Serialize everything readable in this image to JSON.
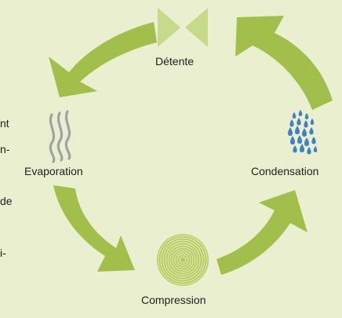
{
  "colors": {
    "background": "#e9efcf",
    "arrow": "#a3bf4b",
    "valve": "#c7d98a",
    "compressor": "#b7cd63",
    "steam": "#9ea3a8",
    "droplets": "#3f82c4"
  },
  "stages": [
    {
      "id": "detente",
      "label": "Détente",
      "icon": "valve-icon"
    },
    {
      "id": "condensation",
      "label": "Condensation",
      "icon": "water-droplets-icon"
    },
    {
      "id": "compression",
      "label": "Compression",
      "icon": "compressor-spiral-icon"
    },
    {
      "id": "evaporation",
      "label": "Evaporation",
      "icon": "steam-icon"
    }
  ],
  "cut_off_text": [
    "nt",
    "n-",
    "de",
    "i-"
  ]
}
